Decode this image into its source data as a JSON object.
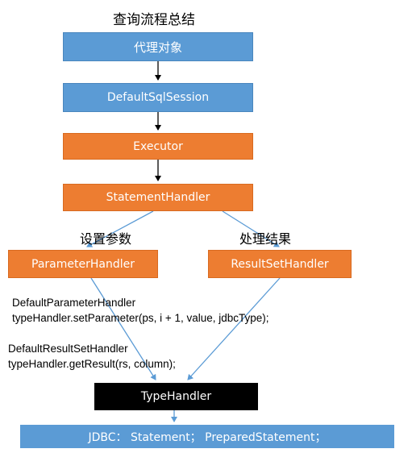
{
  "title": "查询流程总结",
  "nodes": {
    "proxy": "代理对象",
    "session": "DefaultSqlSession",
    "executor": "Executor",
    "statement_handler": "StatementHandler",
    "parameter_handler": "ParameterHandler",
    "resultset_handler": "ResultSetHandler",
    "type_handler": "TypeHandler",
    "jdbc": "JDBC： Statement； PreparedStatement；"
  },
  "edge_labels": {
    "set_params": "设置参数",
    "handle_results": "处理结果"
  },
  "notes": {
    "param_class": "DefaultParameterHandler",
    "param_call": "typeHandler.setParameter(ps, i + 1, value, jdbcType);",
    "result_class": "DefaultResultSetHandler",
    "result_call": "typeHandler.getResult(rs, column);"
  },
  "colors": {
    "blue": "#5b9bd5",
    "orange": "#ed7d31",
    "black": "#000000"
  }
}
